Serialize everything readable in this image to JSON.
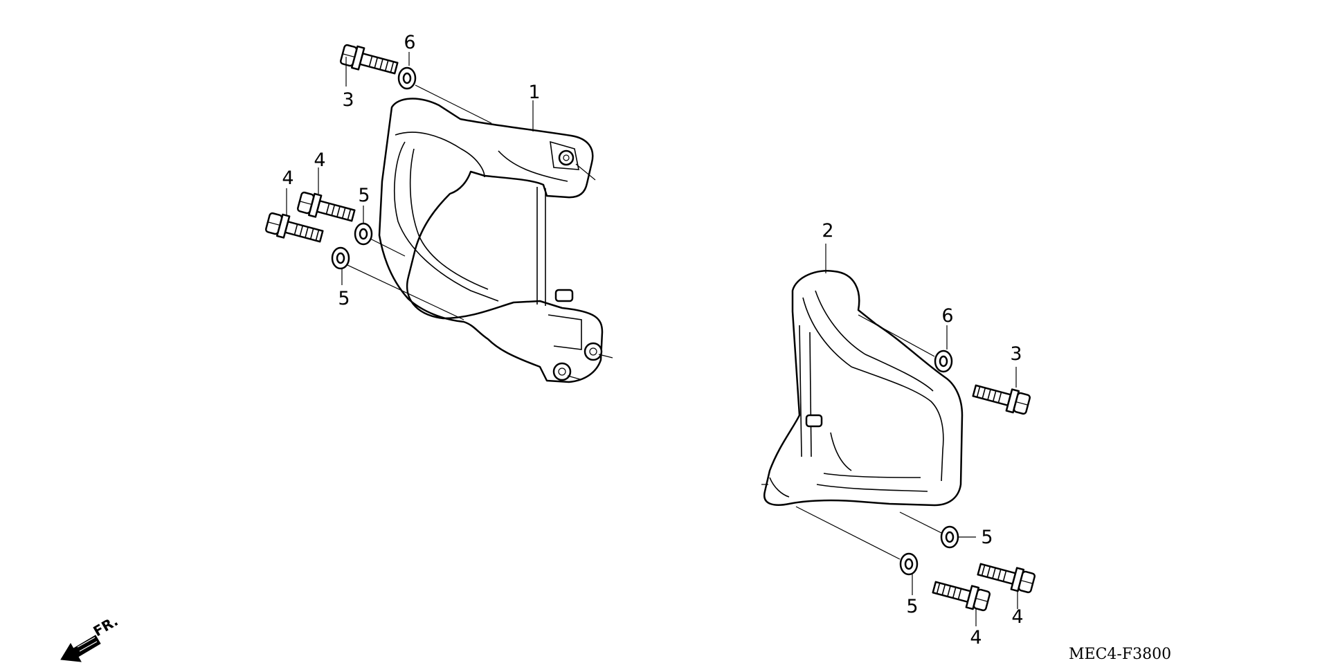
{
  "diagram": {
    "code": "MEC4-F3800",
    "direction_label": "FR.",
    "callouts": [
      {
        "id": "1",
        "label": "1"
      },
      {
        "id": "2",
        "label": "2"
      },
      {
        "id": "3a",
        "label": "3"
      },
      {
        "id": "3b",
        "label": "3"
      },
      {
        "id": "4a",
        "label": "4"
      },
      {
        "id": "4b",
        "label": "4"
      },
      {
        "id": "4c",
        "label": "4"
      },
      {
        "id": "4d",
        "label": "4"
      },
      {
        "id": "5a",
        "label": "5"
      },
      {
        "id": "5b",
        "label": "5"
      },
      {
        "id": "5c",
        "label": "5"
      },
      {
        "id": "5d",
        "label": "5"
      },
      {
        "id": "6a",
        "label": "6"
      },
      {
        "id": "6b",
        "label": "6"
      }
    ]
  }
}
